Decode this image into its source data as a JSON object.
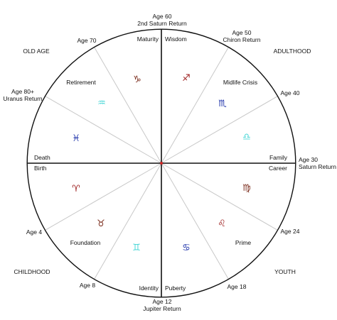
{
  "colors": {
    "fire": "#9b1b1b",
    "earth": "#7a2a1a",
    "air": "#44d6d6",
    "water": "#1a2fa8",
    "center": "#cc2222"
  },
  "axis_labels": {
    "top_age": "Age 60",
    "top_event": "2nd Saturn Return",
    "bottom_age": "Age 12",
    "bottom_event": "Jupiter Return",
    "right_age": "Age 30",
    "right_event": "Saturn Return",
    "left_age": "Age 80+",
    "left_event": "Uranus Return"
  },
  "outer_labels": {
    "age70": "Age 70",
    "age50": "Age 50",
    "chiron": "Chiron Return",
    "age40": "Age 40",
    "age24": "Age 24",
    "age18": "Age 18",
    "age8": "Age 8",
    "age4": "Age 4"
  },
  "stages": {
    "old_age": "OLD AGE",
    "adulthood": "ADULTHOOD",
    "childhood": "CHILDHOOD",
    "youth": "YOUTH"
  },
  "inner_labels": {
    "maturity": "Maturity",
    "wisdom": "Wisdom",
    "retirement": "Retirement",
    "midlife": "Midlife Crisis",
    "death": "Death",
    "family": "Family",
    "birth": "Birth",
    "career": "Career",
    "foundation": "Foundation",
    "prime": "Prime",
    "identity": "Identity",
    "puberty": "Puberty"
  },
  "signs": {
    "aries": "♈",
    "taurus": "♉",
    "gemini": "♊",
    "cancer": "♋",
    "leo": "♌",
    "virgo": "♍",
    "libra": "♎",
    "scorpio": "♏",
    "sagittarius": "♐",
    "capricorn": "♑",
    "aquarius": "♒",
    "pisces": "♓"
  }
}
